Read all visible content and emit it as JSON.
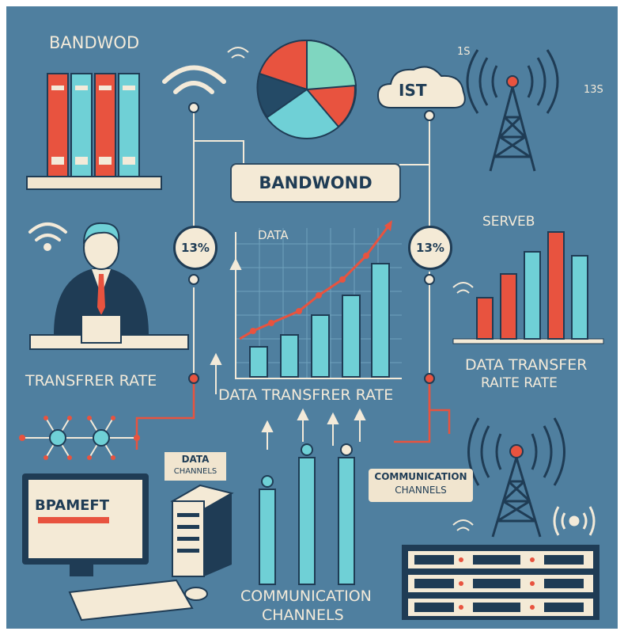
{
  "title": "BANDWOND",
  "top_left_label": "BANDWOD",
  "cloud_label": "IST",
  "corner_marks": [
    "1S",
    "13S"
  ],
  "percent_left": "13%",
  "percent_right": "13%",
  "data_axis_label": "DATA",
  "servers_label": "SERVEB",
  "transfer_rate_left": "TRANSFRER RATE",
  "transfer_rate_center": "DATA TRANSFRER RATE",
  "transfer_rate_right_line1": "DATA TRANSFER",
  "transfer_rate_right_line2": "RAITE RATE",
  "data_channels_line1": "DATA",
  "data_channels_line2": "CHANNELS",
  "comm_channels_tag_line1": "COMMUNICATION",
  "comm_channels_tag_line2": "CHANNELS",
  "comm_channels_bottom_line1": "COMMUNICATION",
  "comm_channels_bottom_line2": "CHANNELS",
  "monitor_text": "BPAMEFT",
  "colors": {
    "background": "#4f7f9f",
    "teal": "#6fd0d6",
    "red": "#e8533f",
    "navy": "#1f3c55",
    "cream": "#f4ead6"
  }
}
